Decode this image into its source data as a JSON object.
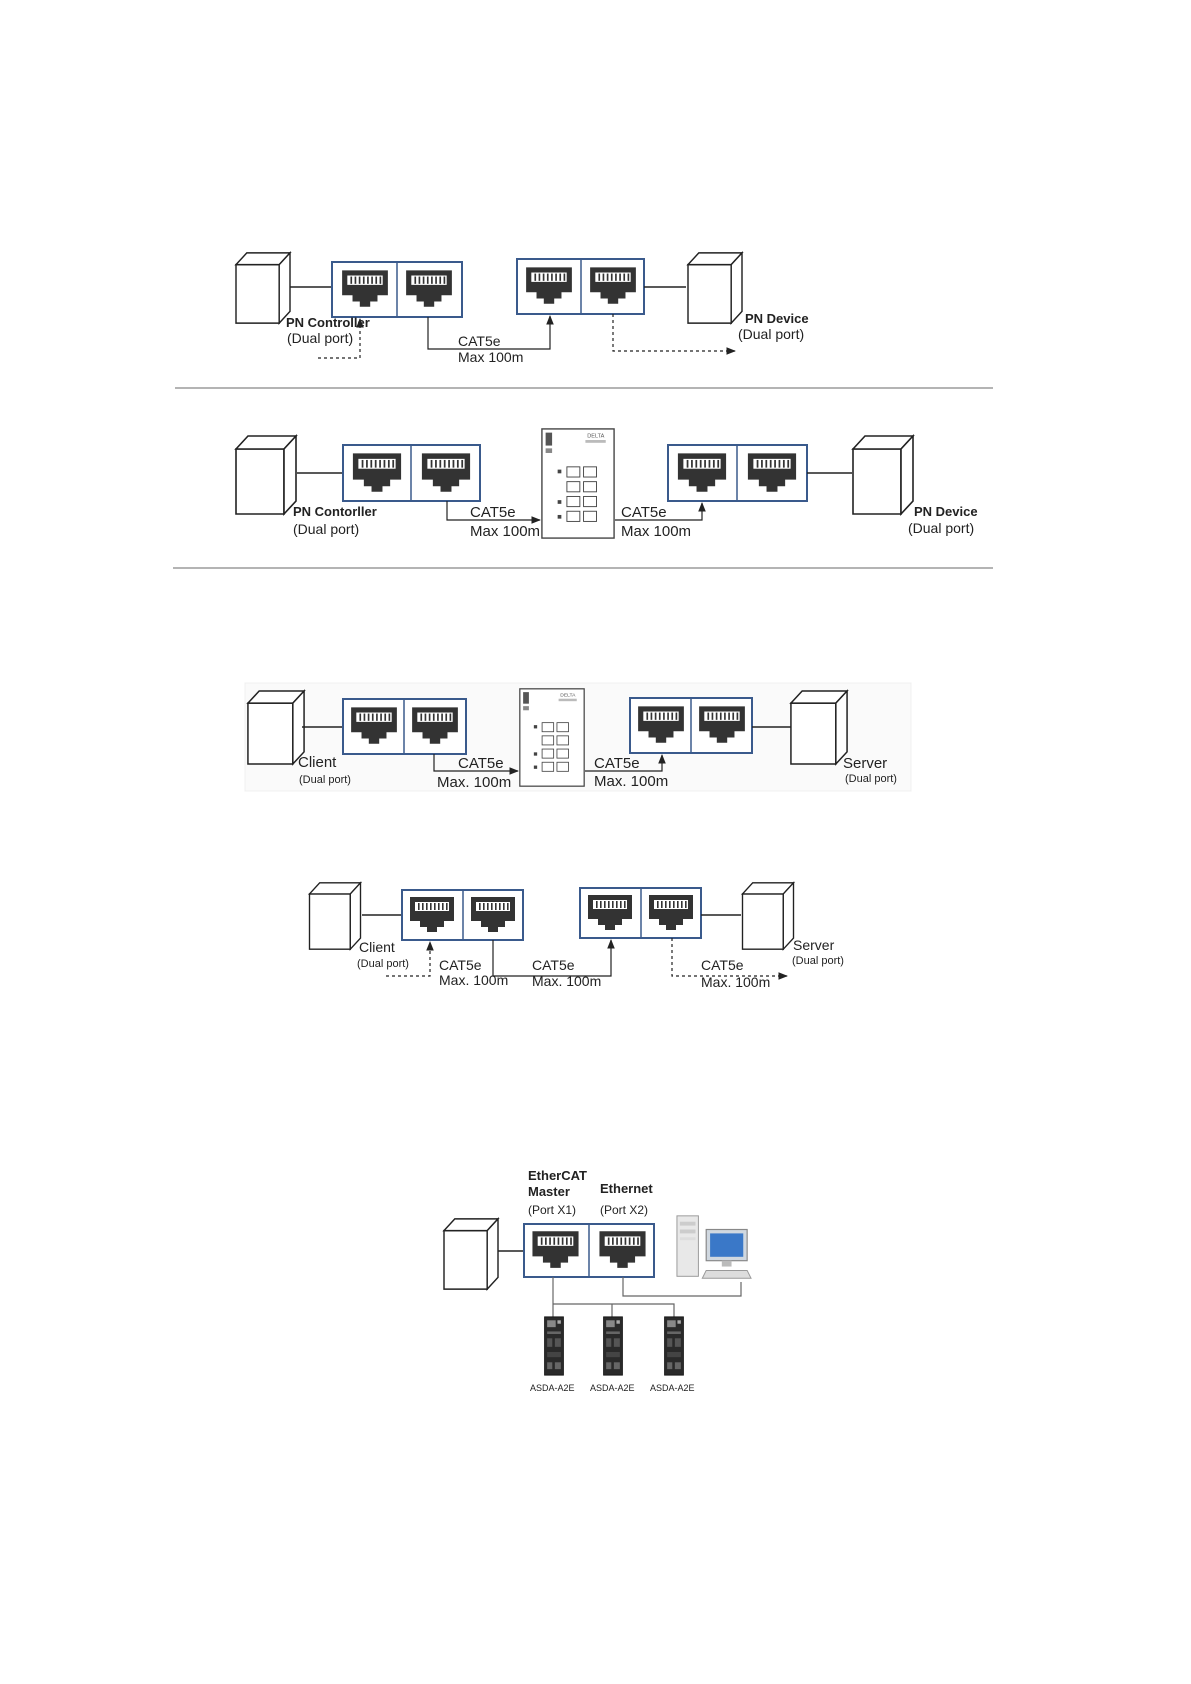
{
  "diagram1": {
    "controller_name": "PN Controller",
    "controller_sub": "(Dual port)",
    "device_name": "PN Device",
    "device_sub": "(Dual port)",
    "cable": "CAT5e",
    "distance": "Max 100m"
  },
  "diagram2": {
    "controller_name": "PN Contorller",
    "controller_sub": "(Dual port)",
    "device_name": "PN Device",
    "device_sub": "(Dual port)",
    "cable_left": "CAT5e",
    "distance_left": "Max 100m",
    "cable_right": "CAT5e",
    "distance_right": "Max 100m"
  },
  "diagram3": {
    "client_name": "Client",
    "client_sub": "(Dual port)",
    "server_name": "Server",
    "server_sub": "(Dual port)",
    "cable_left": "CAT5e",
    "distance_left": "Max. 100m",
    "cable_right": "CAT5e",
    "distance_right": "Max. 100m"
  },
  "diagram4": {
    "client_name": "Client",
    "client_sub": "(Dual port)",
    "server_name": "Server",
    "server_sub": "(Dual port)",
    "cable_1": "CAT5e",
    "distance_1": "Max. 100m",
    "cable_2": "CAT5e",
    "distance_2": "Max. 100m",
    "cable_3": "CAT5e",
    "distance_3": "Max. 100m"
  },
  "diagram5": {
    "port1_name_line1": "EtherCAT",
    "port1_name_line2": "Master",
    "port1_sub": "(Port X1)",
    "port2_name": "Ethernet",
    "port2_sub": "(Port X2)",
    "drives": [
      "ASDA-A2E",
      "ASDA-A2E",
      "ASDA-A2E"
    ]
  },
  "colors": {
    "line": "#222222",
    "divider": "#888888",
    "module_border": "#3a5a8c",
    "port_fill": "#333333"
  },
  "icons": [
    "box-device-icon",
    "rj45-port-icon",
    "network-switch-icon",
    "pc-workstation-icon",
    "servo-drive-icon"
  ]
}
